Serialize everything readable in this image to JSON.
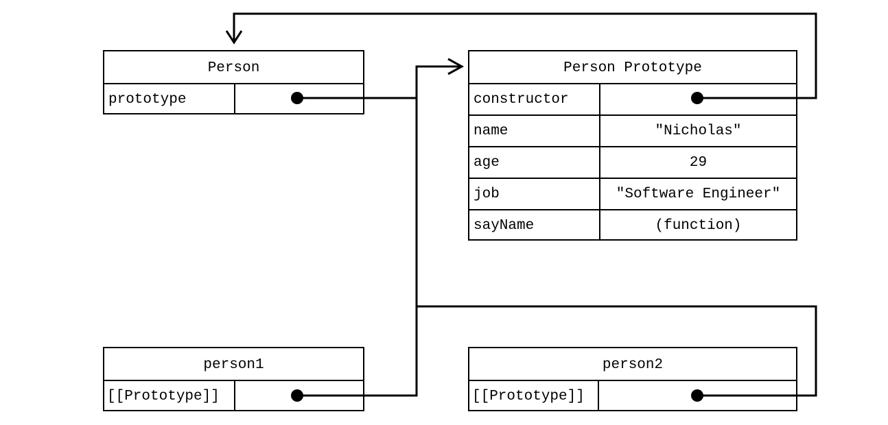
{
  "person": {
    "title": "Person",
    "rows": [
      {
        "key": "prototype",
        "value": ""
      }
    ]
  },
  "person_prototype": {
    "title": "Person Prototype",
    "rows": [
      {
        "key": "constructor",
        "value": ""
      },
      {
        "key": "name",
        "value": "\"Nicholas\""
      },
      {
        "key": "age",
        "value": "29"
      },
      {
        "key": "job",
        "value": "\"Software Engineer\""
      },
      {
        "key": "sayName",
        "value": "(function)"
      }
    ]
  },
  "person1": {
    "title": "person1",
    "rows": [
      {
        "key": "[[Prototype]]",
        "value": ""
      }
    ]
  },
  "person2": {
    "title": "person2",
    "rows": [
      {
        "key": "[[Prototype]]",
        "value": ""
      }
    ]
  },
  "colors": {
    "line": "#000000",
    "background": "#ffffff"
  }
}
